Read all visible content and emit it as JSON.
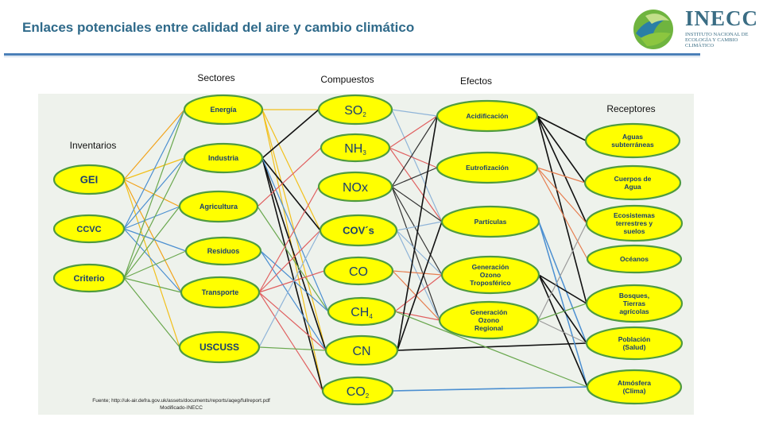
{
  "title": "Enlaces potenciales entre calidad del aire y cambio climático",
  "logo": {
    "name": "INECC",
    "subtitle": "Instituto Nacional de Ecología y Cambio Climático"
  },
  "columns": {
    "sectores": "Sectores",
    "compuestos": "Compuestos",
    "efectos": "Efectos",
    "receptores": "Receptores",
    "inventarios": "Inventarios"
  },
  "nodes": {
    "inventarios": [
      "GEI",
      "CCVC",
      "Criterio"
    ],
    "sectores": [
      "Energía",
      "Industria",
      "Agricultura",
      "Residuos",
      "Transporte",
      "USCUSS"
    ],
    "compuestos": [
      {
        "base": "SO",
        "sub": "2"
      },
      {
        "base": "NH",
        "sub": "3"
      },
      {
        "base": "NOx",
        "sub": ""
      },
      {
        "base": "COV´s",
        "sub": ""
      },
      {
        "base": "CO",
        "sub": ""
      },
      {
        "base": "CH",
        "sub": "4"
      },
      {
        "base": "CN",
        "sub": ""
      },
      {
        "base": "CO",
        "sub": "2"
      }
    ],
    "efectos": [
      [
        "Acidificación"
      ],
      [
        "Eutrofización"
      ],
      [
        "Partículas"
      ],
      [
        "Generación",
        "Ozono",
        "Troposférico"
      ],
      [
        "Generación",
        "Ozono",
        "Regional"
      ]
    ],
    "receptores": [
      [
        "Aguas",
        "subterráneas"
      ],
      [
        "Cuerpos de",
        "Agua"
      ],
      [
        "Ecosistemas",
        "terrestres y",
        "suelos"
      ],
      [
        "Océanos"
      ],
      [
        "Bosques,",
        "Tierras",
        "agrícolas"
      ],
      [
        "Población",
        "(Salud)"
      ],
      [
        "Atmósfera",
        "(Clima)"
      ]
    ]
  },
  "colors": {
    "node_fill": "#ffff00",
    "node_stroke": "#4f9b3f",
    "title": "#2f6a8a",
    "rule": "#4a7fb8"
  },
  "source": {
    "line1": "Fuente; http://uk-air.defra.gov.uk/assets/documents/reports/aqeg/fullreport.pdf",
    "line2": "Modificado-INECC"
  }
}
